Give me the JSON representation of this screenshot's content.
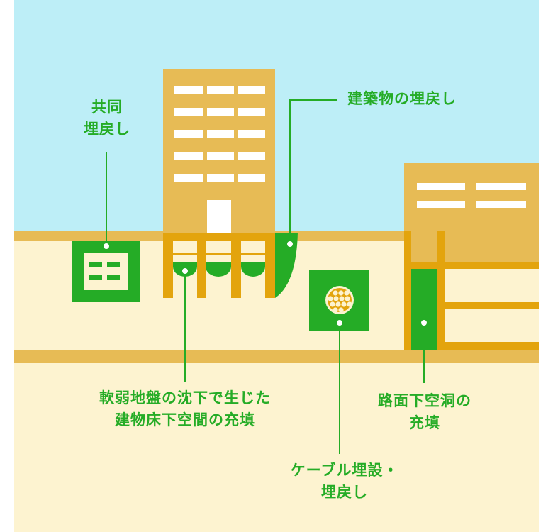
{
  "labels": {
    "joint_backfill": [
      "共同",
      "埋戻し"
    ],
    "building_backfill": "建築物の埋戻し",
    "soft_ground": [
      "軟弱地盤の沈下で生じた",
      "建物床下空間の充填"
    ],
    "cable": [
      "ケーブル埋設・",
      "埋戻し"
    ],
    "road_cavity": [
      "路面下空洞の",
      "充填"
    ]
  },
  "colors": {
    "sky": "#bdeef7",
    "ground": "#fdf3d0",
    "building": "#e7bb55",
    "frame": "#e3a40d",
    "green": "#25ac26",
    "white": "#ffffff"
  }
}
